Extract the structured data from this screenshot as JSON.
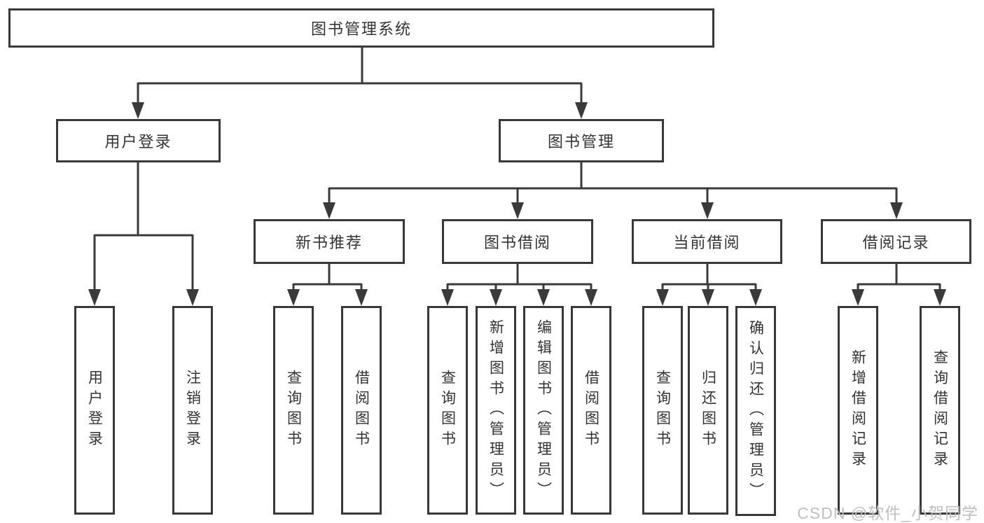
{
  "tree": {
    "label": "图书管理系统",
    "children": [
      {
        "label": "用户登录",
        "children": [
          {
            "label": "用户登录"
          },
          {
            "label": "注销登录"
          }
        ]
      },
      {
        "label": "图书管理",
        "children": [
          {
            "label": "新书推荐",
            "children": [
              {
                "label": "查询图书"
              },
              {
                "label": "借阅图书"
              }
            ]
          },
          {
            "label": "图书借阅",
            "children": [
              {
                "label": "查询图书"
              },
              {
                "label": "新增图书（管理员）"
              },
              {
                "label": "编辑图书（管理员）"
              },
              {
                "label": "借阅图书"
              }
            ]
          },
          {
            "label": "当前借阅",
            "children": [
              {
                "label": "查询图书"
              },
              {
                "label": "归还图书"
              },
              {
                "label": "确认归还（管理员）"
              }
            ]
          },
          {
            "label": "借阅记录",
            "children": [
              {
                "label": "新增借阅记录"
              },
              {
                "label": "查询借阅记录"
              }
            ]
          }
        ]
      }
    ]
  },
  "watermark": "CSDN @软件_小贺同学",
  "colors": {
    "line": "#3a3a3a",
    "border": "#383838",
    "text": "#333333",
    "watermark": "#bfbfbf"
  }
}
